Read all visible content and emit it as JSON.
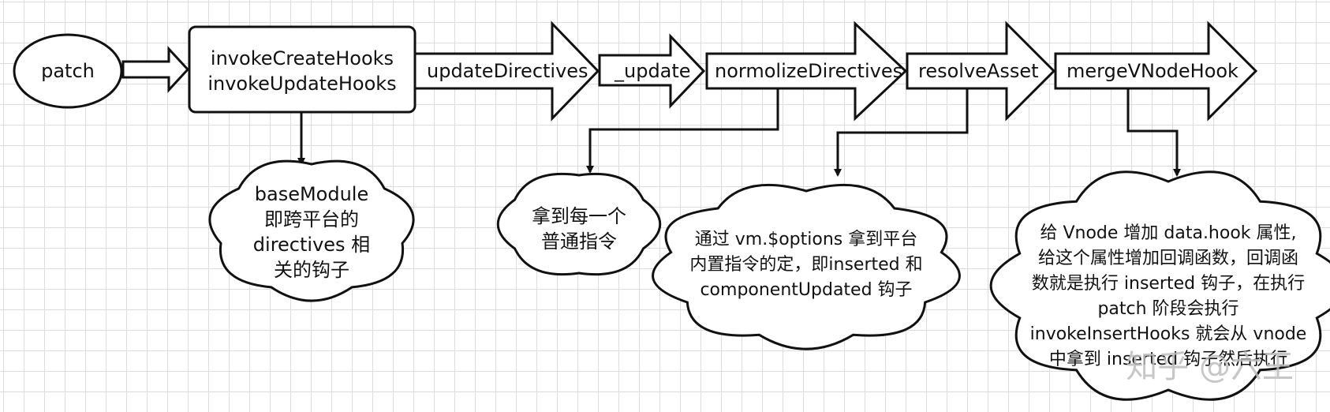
{
  "nodes": {
    "patch": "patch",
    "hooks": [
      "invokeCreateHooks",
      "invokeUpdateHooks"
    ],
    "updateDirectives": "updateDirectives",
    "update": "_update",
    "normolizeDirectives": "normolizeDirectives",
    "resolveAsset": "resolveAsset",
    "mergeVNodeHook": "mergeVNodeHook"
  },
  "clouds": {
    "base": [
      "baseModule",
      "即跨平台的",
      "directives 相",
      "关的钩子"
    ],
    "normal": [
      "拿到每一个",
      "普通指令"
    ],
    "options": [
      "通过 vm.$options 拿到平台",
      "内置指令的定，即inserted 和",
      "componentUpdated 钩子"
    ],
    "merge": [
      "给 Vnode 增加 data.hook 属性,",
      "给这个属性增加回调函数，回调函",
      "数就是执行 inserted 钩子，在执行",
      "patch 阶段会执行",
      "invokeInsertHooks 就会从 vnode",
      "中拿到 inserted 钩子然后执行"
    ]
  },
  "watermark": "知乎 @六王",
  "colors": {
    "stroke": "#111111",
    "fill": "#ffffff",
    "grid": "#dcdcdc",
    "watermark": "#bdbdbd"
  }
}
